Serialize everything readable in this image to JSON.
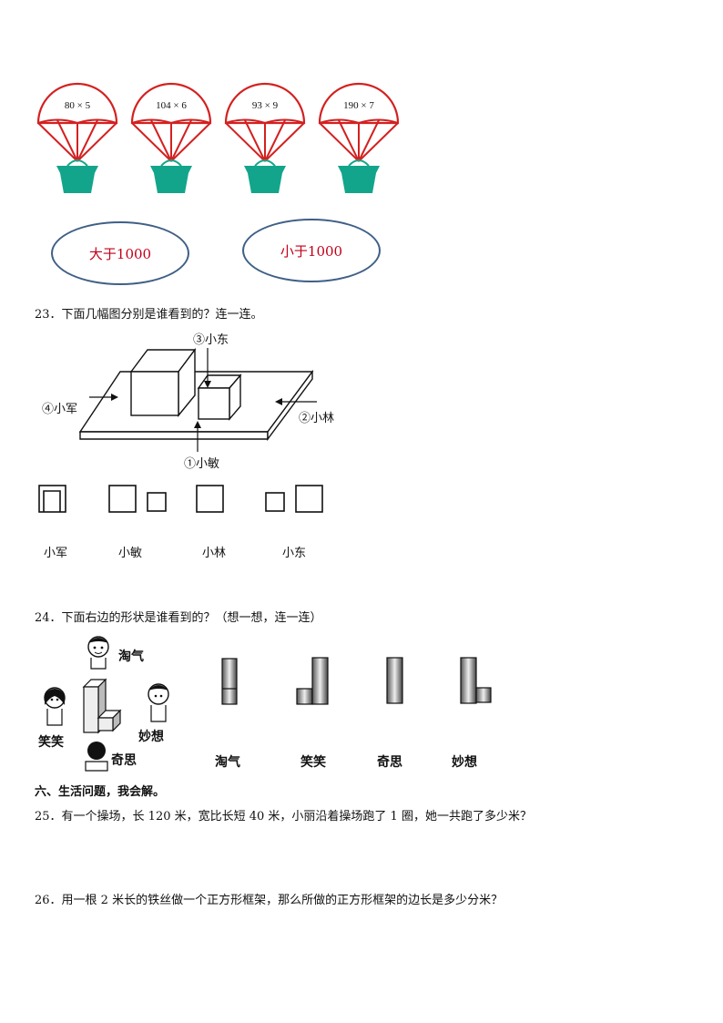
{
  "parachutes": [
    {
      "expression": "80 × 5"
    },
    {
      "expression": "104 × 6"
    },
    {
      "expression": "93 × 9"
    },
    {
      "expression": "190 × 7"
    }
  ],
  "ovals": [
    {
      "label": "大于1000"
    },
    {
      "label": "小于1000"
    }
  ],
  "q23": {
    "title": "23．下面几幅图分别是谁看到的？连一连。",
    "observers": {
      "top": "③小东",
      "left": "④小军",
      "right": "②小林",
      "front": "①小敏"
    },
    "option_labels": [
      "小军",
      "小敏",
      "小林",
      "小东"
    ]
  },
  "q24": {
    "title": "24．下面右边的形状是谁看到的？（想一想，连一连）",
    "children": {
      "top": "淘气",
      "left": "笑笑",
      "right": "妙想",
      "bottom": "奇思"
    },
    "option_labels": [
      "淘气",
      "笑笑",
      "奇思",
      "妙想"
    ]
  },
  "section6": {
    "title": "六、生活问题，我会解。"
  },
  "q25": {
    "text": "25．有一个操场，长 120 米，宽比长短 40 米，小丽沿着操场跑了 1 圈，她一共跑了多少米？"
  },
  "q26": {
    "text": "26．用一根 2 米长的铁丝做一个正方形框架，那么所做的正方形框架的边长是多少分米？"
  },
  "colors": {
    "parachute": "#d42020",
    "basket": "#12a58c",
    "oval_border": "#3f5f86",
    "oval_text": "#c0001a"
  }
}
